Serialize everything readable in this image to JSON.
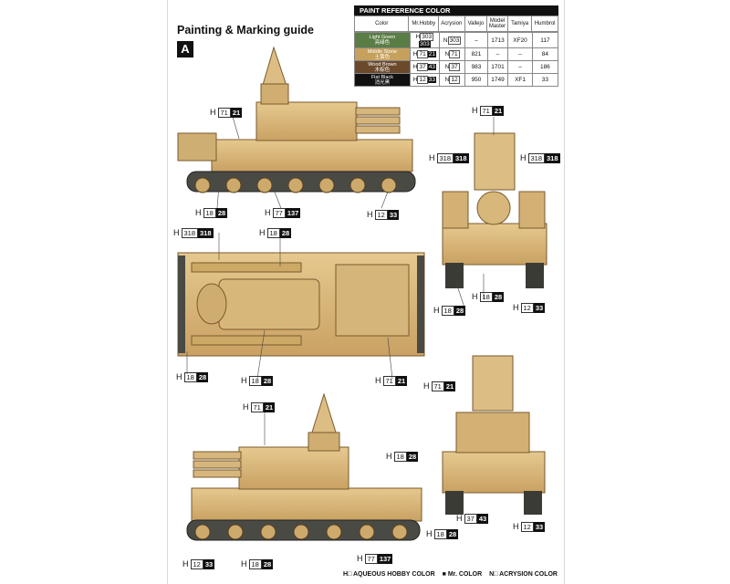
{
  "title": "Painting & Marking guide",
  "badge": "A",
  "paint_table": {
    "heading": "PAINT  REFERENCE COLOR",
    "columns": [
      "Color",
      "Mr.Hobby",
      "Acrysion",
      "Vallejo",
      "Model Master",
      "Tamiya",
      "Humbrol"
    ],
    "rows": [
      {
        "name": "Light Green",
        "name_cn": "亮绿色",
        "swatch": "#5a7d45",
        "hobby_o": "303",
        "hobby_b": "303",
        "acry": "303",
        "vallejo": "–",
        "mm": "1713",
        "tamiya": "XF20",
        "humbrol": "117"
      },
      {
        "name": "Middle Stone",
        "name_cn": "土黄色",
        "swatch": "#c6a15e",
        "hobby_o": "71",
        "hobby_b": "21",
        "acry": "71",
        "vallejo": "821",
        "mm": "–",
        "tamiya": "–",
        "humbrol": "84"
      },
      {
        "name": "Wood Brown",
        "name_cn": "木棕色",
        "swatch": "#6b4a2c",
        "hobby_o": "37",
        "hobby_b": "43",
        "acry": "37",
        "vallejo": "983",
        "mm": "1701",
        "tamiya": "–",
        "humbrol": "186"
      },
      {
        "name": "Flat Black",
        "name_cn": "消光黑",
        "swatch": "#111111",
        "hobby_o": "12",
        "hobby_b": "33",
        "acry": "12",
        "vallejo": "950",
        "mm": "1749",
        "tamiya": "XF1",
        "humbrol": "33"
      }
    ]
  },
  "prefix_h": "H",
  "prefix_n": "N",
  "labels": [
    {
      "o": "71",
      "b": "21"
    },
    {
      "o": "18",
      "b": "28"
    },
    {
      "o": "77",
      "b": "137"
    },
    {
      "o": "12",
      "b": "33"
    },
    {
      "o": "71",
      "b": "21"
    },
    {
      "o": "318",
      "b": "318"
    },
    {
      "o": "318",
      "b": "318"
    },
    {
      "o": "18",
      "b": "28"
    },
    {
      "o": "18",
      "b": "28"
    },
    {
      "o": "12",
      "b": "33"
    },
    {
      "o": "318",
      "b": "318"
    },
    {
      "o": "18",
      "b": "28"
    },
    {
      "o": "18",
      "b": "28"
    },
    {
      "o": "18",
      "b": "28"
    },
    {
      "o": "71",
      "b": "21"
    },
    {
      "o": "71",
      "b": "21"
    },
    {
      "o": "71",
      "b": "21"
    },
    {
      "o": "18",
      "b": "28"
    },
    {
      "o": "37",
      "b": "43"
    },
    {
      "o": "18",
      "b": "28"
    },
    {
      "o": "12",
      "b": "33"
    },
    {
      "o": "12",
      "b": "33"
    },
    {
      "o": "18",
      "b": "28"
    },
    {
      "o": "77",
      "b": "137"
    }
  ],
  "legend": {
    "aqueous": "H□ AQUEOUS HOBBY COLOR",
    "mr": "■ Mr. COLOR",
    "acrysion": "N□ ACRYSION COLOR"
  }
}
